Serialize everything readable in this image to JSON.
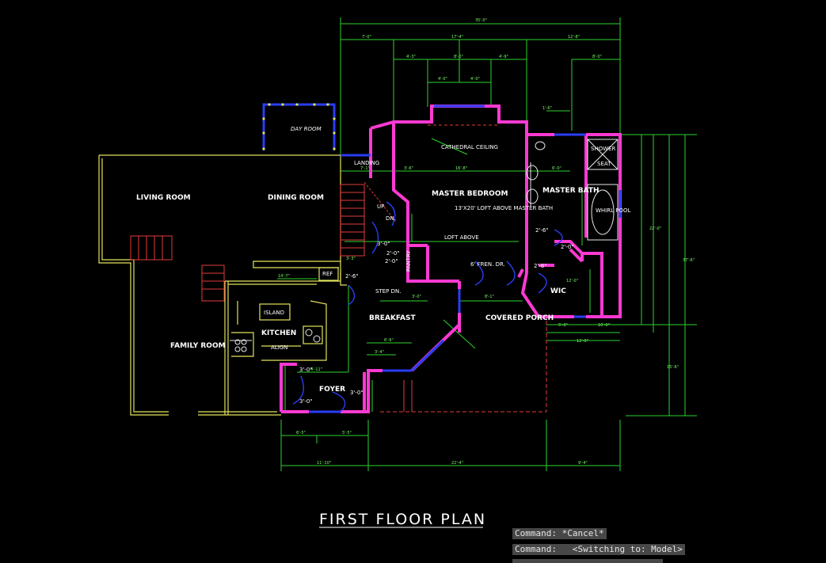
{
  "title": "FIRST FLOOR PLAN",
  "rooms": {
    "living": "LIVING ROOM",
    "dining": "DINING ROOM",
    "family": "FAMILY ROOM",
    "kitchen": "KITCHEN",
    "island": "ISLAND",
    "breakfast": "BREAKFAST",
    "master_bedroom": "MASTER BEDROOM",
    "master_bath": "MASTER BATH",
    "covered_porch": "COVERED PORCH",
    "foyer": "FOYER",
    "wic": "WIC",
    "pantry": "PANTRY",
    "landing": "LANDING",
    "day_room": "DAY ROOM",
    "up": "UP",
    "dn": "DN.",
    "step_dn": "STEP DN.",
    "ref": "REF",
    "align": "ALIGN",
    "shower": "SHOWER",
    "seat": "SEAT",
    "whirlpool": "WHIRL POOL",
    "fren_dr": "6' FREN. DR.",
    "cathedral_ceiling": "CATHEDRAL CEILING",
    "loft_above": "LOFT ABOVE",
    "loft_note": "13'X20' LOFT ABOVE MASTER BATH"
  },
  "door_sizes": {
    "d26a": "2'-6\"",
    "d26b": "2'-6\"",
    "d26c": "2'-6\"",
    "d30a": "3'-0\"",
    "d30b": "3'-0\"",
    "d30c": "3'-0\"",
    "d20a": "2'-0\"",
    "d20b": "2'-0\"",
    "d20c": "2'-0\"",
    "d30d": "3'-0\""
  },
  "command_line": {
    "line1": "Command: *Cancel*",
    "line2": "Command:   <Switching to: Model>"
  }
}
